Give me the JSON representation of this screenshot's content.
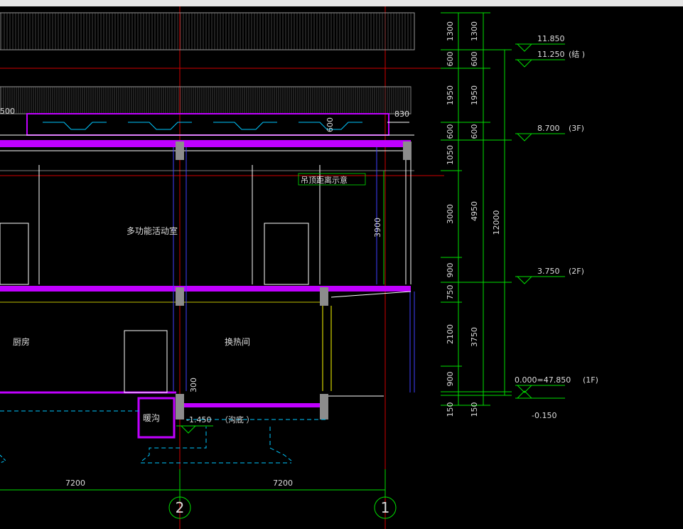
{
  "colors": {
    "background": "#000000",
    "dimension": "#00e000",
    "axis_red": "#d00000",
    "slab_magenta": "#c000ff",
    "wall_white": "#ffffff",
    "hatch_gray": "#9a9a9a",
    "foundation_cyan": "#00c8ff",
    "column_gray": "#8c8c8c",
    "blue_line": "#4040ff"
  },
  "rooms": {
    "multi": "多功能活动室",
    "kitchen": "厨房",
    "exchange": "换热间",
    "trench": "暖沟"
  },
  "annotations": {
    "ceiling_note": "吊顶距离示意",
    "dim_3900": "3900",
    "dim_300": "300",
    "dim_600_inner": "600",
    "dim_830": "830",
    "dim_500": "500",
    "trench_elev": "-1.450",
    "trench_note": "（沟底 ）"
  },
  "dims_col1": [
    "1300",
    "600",
    "1950",
    "600",
    "1050",
    "3000",
    "900",
    "750",
    "2100",
    "900",
    "150"
  ],
  "dims_col2": [
    "1300",
    "600",
    "1950",
    "600",
    "4950",
    "3750",
    "150"
  ],
  "dims_col3": [
    "12000"
  ],
  "levels": [
    {
      "value": "11.850",
      "tag": ""
    },
    {
      "value": "11.250",
      "tag": "(结 )"
    },
    {
      "value": "8.700",
      "tag": "(3F)"
    },
    {
      "value": "3.750",
      "tag": "(2F)"
    },
    {
      "value": "0.000=47.850",
      "tag": "(1F)"
    },
    {
      "value": "-0.150",
      "tag": ""
    }
  ],
  "grid_dims": [
    "7200",
    "7200"
  ],
  "grid_axes": [
    "2",
    "1"
  ]
}
